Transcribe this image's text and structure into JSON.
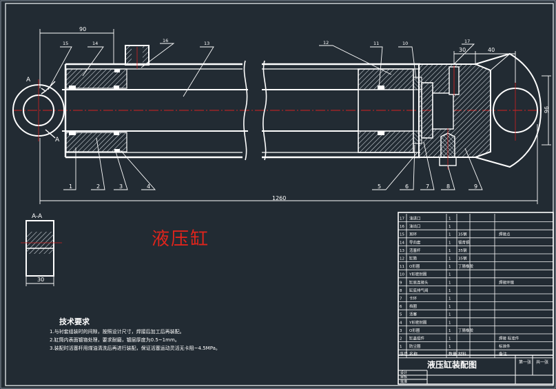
{
  "drawing": {
    "title_red": "液压缸",
    "dimensions": {
      "top_left": "90",
      "top_right_a": "30",
      "top_right_b": "40",
      "overall_length": "1260",
      "right_height": "96",
      "section_width": "30"
    },
    "section_label": "A-A",
    "section_marks": [
      "A",
      "A"
    ],
    "balloons_top": [
      "15",
      "14",
      "16",
      "13",
      "12",
      "11",
      "10",
      "17"
    ],
    "balloons_bottom": [
      "1",
      "2",
      "3",
      "4",
      "5",
      "6",
      "7",
      "8",
      "9"
    ]
  },
  "tech": {
    "title": "技术要求",
    "lines": [
      "1.与衬套组装时的间隙，按照设计尺寸，焊接后加工后再装配。",
      "2.缸筒内表面镀铬处理，要求耐磨，镀层厚度为0.5~1mm。",
      "3.装配时活塞杆用煤油清洗后再进行装配，保证活塞运动灵活无卡阻~4.5MPa。"
    ]
  },
  "bom": {
    "rows": [
      {
        "no": "17",
        "name": "油进口",
        "qty": "1",
        "material": "",
        "note": ""
      },
      {
        "no": "16",
        "name": "油出口",
        "qty": "1",
        "material": "",
        "note": ""
      },
      {
        "no": "15",
        "name": "耳环",
        "qty": "1",
        "material": "35钢",
        "note": "焊接点"
      },
      {
        "no": "14",
        "name": "导向套",
        "qty": "1",
        "material": "锡青铜",
        "note": ""
      },
      {
        "no": "13",
        "name": "活塞杆",
        "qty": "1",
        "material": "35钢",
        "note": ""
      },
      {
        "no": "12",
        "name": "缸筒",
        "qty": "1",
        "material": "35钢",
        "note": ""
      },
      {
        "no": "11",
        "name": "O形圈",
        "qty": "1",
        "material": "丁腈橡胶",
        "note": ""
      },
      {
        "no": "10",
        "name": "Y形密封圈",
        "qty": "1",
        "material": "",
        "note": ""
      },
      {
        "no": "9",
        "name": "缸底连接头",
        "qty": "1",
        "material": "",
        "note": "焊接环缝"
      },
      {
        "no": "8",
        "name": "缸底排气阀",
        "qty": "1",
        "material": "",
        "note": ""
      },
      {
        "no": "7",
        "name": "卡环",
        "qty": "1",
        "material": "",
        "note": ""
      },
      {
        "no": "6",
        "name": "挡圈",
        "qty": "1",
        "material": "",
        "note": ""
      },
      {
        "no": "5",
        "name": "活塞",
        "qty": "1",
        "material": "",
        "note": ""
      },
      {
        "no": "4",
        "name": "Y形密封圈",
        "qty": "1",
        "material": "",
        "note": ""
      },
      {
        "no": "3",
        "name": "O形圈",
        "qty": "1",
        "material": "丁腈橡胶",
        "note": ""
      },
      {
        "no": "2",
        "name": "缸盖组件",
        "qty": "1",
        "material": "",
        "note": "焊接 标准件"
      },
      {
        "no": "1",
        "name": "防尘圈",
        "qty": "1",
        "material": "",
        "note": "标准件"
      }
    ],
    "header": {
      "no": "序号",
      "name": "名称",
      "qty": "数量",
      "material": "材料",
      "note": "备注"
    },
    "title": "液压缸装配图",
    "sheet_a": "第一张",
    "sheet_b": "共一张",
    "label_design": "设计",
    "label_check": "审核",
    "label_approve": "批准"
  },
  "colors": {
    "background": "#222b33",
    "line": "#ffffff",
    "center_line": "#d42020",
    "title_red": "#e0241c"
  }
}
